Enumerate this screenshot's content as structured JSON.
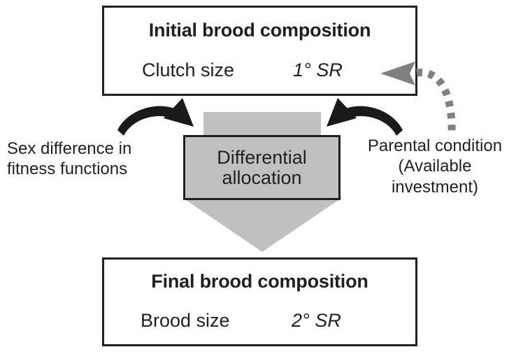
{
  "diagram": {
    "title_semantic": "differential-allocation-flow",
    "colors": {
      "outline": "#231f20",
      "fill_gray": "#c0c0c0",
      "dotted_arrow_gray": "#808080",
      "solid_arrow_black": "#1a1a1a",
      "background": "#ffffff"
    },
    "top_box": {
      "title": "Initial brood composition",
      "left_item": "Clutch size",
      "right_item": "1° SR"
    },
    "center_box": {
      "line1": "Differential",
      "line2": "allocation"
    },
    "bottom_box": {
      "title": "Final brood composition",
      "left_item": "Brood size",
      "right_item": "2° SR"
    },
    "left_caption": {
      "line1": "Sex difference in",
      "line2": "fitness functions"
    },
    "right_caption": {
      "line1": "Parental condition",
      "line2": "(Available",
      "line3": "investment)"
    },
    "arrows": {
      "left_curved": "curved-arrow-up-right-icon",
      "right_curved": "curved-arrow-up-left-icon",
      "dotted_feedback": "dotted-curved-arrow-left-icon",
      "big_down": "large-gray-down-arrow-icon"
    }
  }
}
